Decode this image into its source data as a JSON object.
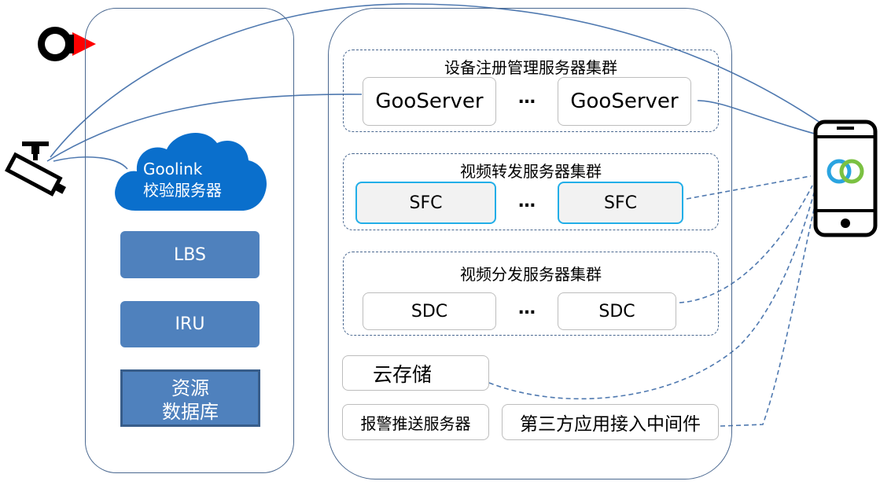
{
  "left_panel": {
    "cloud": {
      "line1": "Goolink",
      "line2": "校验服务器"
    },
    "lbs": "LBS",
    "iru": "IRU",
    "database": {
      "line1": "资源",
      "line2": "数据库"
    }
  },
  "right_panel": {
    "register_cluster": {
      "title": "设备注册管理服务器集群",
      "node_a": "GooServer",
      "node_b": "GooServer",
      "ellipsis": "…"
    },
    "forward_cluster": {
      "title": "视频转发服务器集群",
      "node_a": "SFC",
      "node_b": "SFC",
      "ellipsis": "…"
    },
    "distribute_cluster": {
      "title": "视频分发服务器集群",
      "node_a": "SDC",
      "node_b": "SDC",
      "ellipsis": "…"
    },
    "cloud_storage": "云存储",
    "alarm_push": "报警推送服务器",
    "third_party": "第三方应用接入中间件"
  },
  "colors": {
    "panel_border": "#4a6890",
    "solid_link": "#4f79b0",
    "box_blue": "#4f81bd",
    "sfc_border": "#22aee8",
    "camera_red": "#ff0000"
  },
  "icons": [
    "doorbell-camera-icon",
    "security-camera-icon",
    "smartphone-icon",
    "app-logo-icon"
  ]
}
